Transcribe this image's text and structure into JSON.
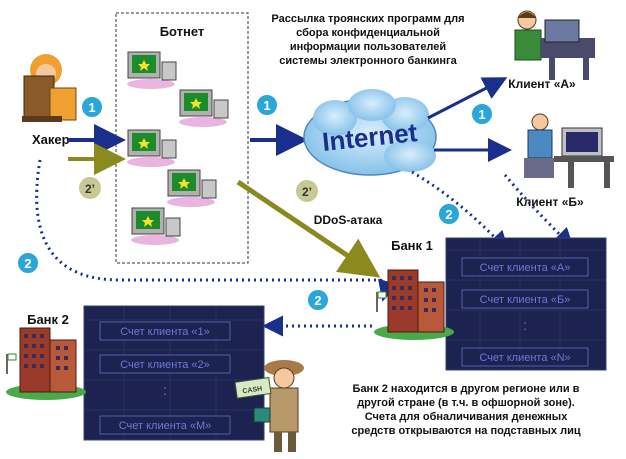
{
  "diagram": {
    "botnet_label": "Ботнет",
    "hacker_label": "Хакер",
    "internet_label": "Internet",
    "top_note": [
      "Рассылка троянских программ для",
      "сбора конфиденциальной",
      "информации пользователей",
      "системы электронного банкинга"
    ],
    "client_a_label": "Клиент «А»",
    "client_b_label": "Клиент «Б»",
    "ddos_label": "DDoS-атака",
    "bank1_label": "Банк 1",
    "bank2_label": "Банк 2",
    "bank1_accounts": [
      "Счет клиента «А»",
      "Счет клиента «Б»",
      "Счет клиента «N»"
    ],
    "bank2_accounts": [
      "Счет клиента «1»",
      "Счет клиента «2»",
      "Счет клиента «M»"
    ],
    "ellipsis": ":",
    "cash_label": "CASH",
    "bottom_note": [
      "Банк 2 находится в другом регионе или в",
      "другой стране (в т.ч. в офшорной зоне).",
      "Счета для обналичивания денежных",
      "средств открываются на подставных лиц"
    ],
    "step1": "1",
    "step2": "2",
    "step2prime": "2’"
  },
  "colors": {
    "navy_arrow": "#1a2e8c",
    "olive_arrow": "#8a8a1e",
    "badge_blue": "#2aa6d8",
    "badge_olive": "#c8c894",
    "panel_dark": "#1c2350",
    "cloud": "#9fd0f2"
  },
  "icons": [
    "hacker-icon",
    "botnet-computer-icon",
    "internet-cloud-icon",
    "client-phone-icon",
    "client-desk-icon",
    "bank-building-icon",
    "money-mule-icon"
  ]
}
